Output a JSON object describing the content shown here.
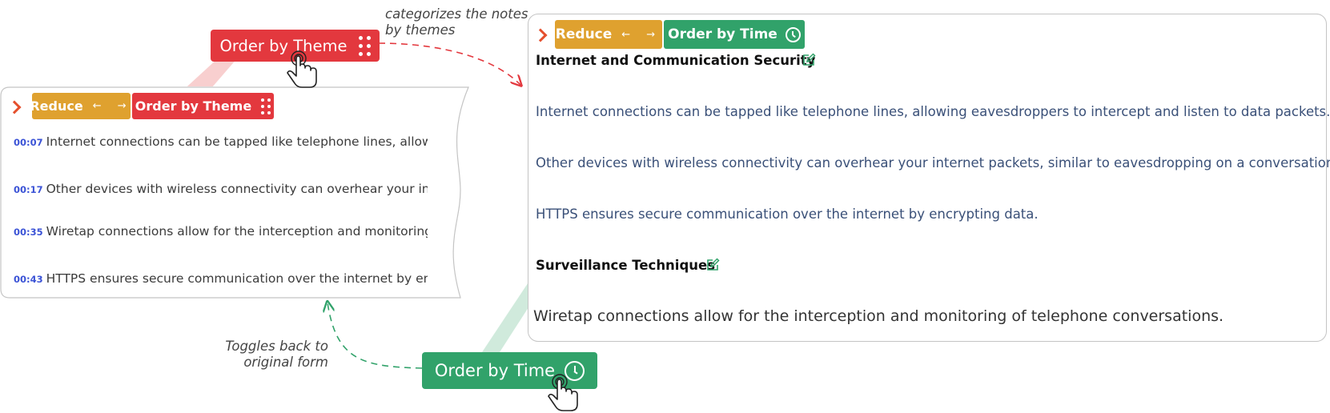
{
  "colors": {
    "reduce": "#dfa12f",
    "theme": "#e3383e",
    "time": "#31a26a",
    "timestamp": "#3b53d6",
    "theme_note_text": "#3a5078",
    "chevron": "#e5502e"
  },
  "icons": {
    "grip": "grip-dots-icon",
    "clock": "clock-icon",
    "arrows": "left-right-arrows-icon",
    "edit": "edit-icon",
    "cursor": "hand-pointer-icon",
    "chevron": "chevron-right-icon"
  },
  "callouts": {
    "theme_button": "Order by Theme",
    "time_button": "Order by Time",
    "categorize_line1": "categorizes the notes",
    "categorize_line2": "by themes",
    "toggle_line1": "Toggles back to",
    "toggle_line2": "original form"
  },
  "left_panel": {
    "reduce_label": "Reduce",
    "arrows": "← →",
    "theme_label": "Order by Theme",
    "notes": [
      {
        "time": "00:07",
        "text": "Internet connections can be tapped like telephone lines, allowing eavesdroppers to intercept and listen to data packets."
      },
      {
        "time": "00:17",
        "text": "Other devices with wireless connectivity can overhear your internet packets, similar to eavesdropping on a conversation."
      },
      {
        "time": "00:35",
        "text": "Wiretap connections allow for the interception and monitoring of telephone conversations."
      },
      {
        "time": "00:43",
        "text": "HTTPS ensures secure communication over the internet by encrypting data."
      }
    ]
  },
  "right_panel": {
    "reduce_label": "Reduce",
    "arrows": "← →",
    "time_label": "Order by Time",
    "themes": [
      {
        "title": "Internet and Communication Security",
        "notes": [
          "Internet connections can be tapped like telephone lines, allowing eavesdroppers to intercept and listen to data packets.",
          "Other devices with wireless connectivity can overhear your internet packets, similar to eavesdropping on a conversation.",
          "HTTPS ensures secure communication over the internet by encrypting data."
        ]
      },
      {
        "title": "Surveillance Techniques",
        "notes": [
          "Wiretap connections allow for the interception and monitoring of telephone conversations."
        ]
      }
    ]
  }
}
